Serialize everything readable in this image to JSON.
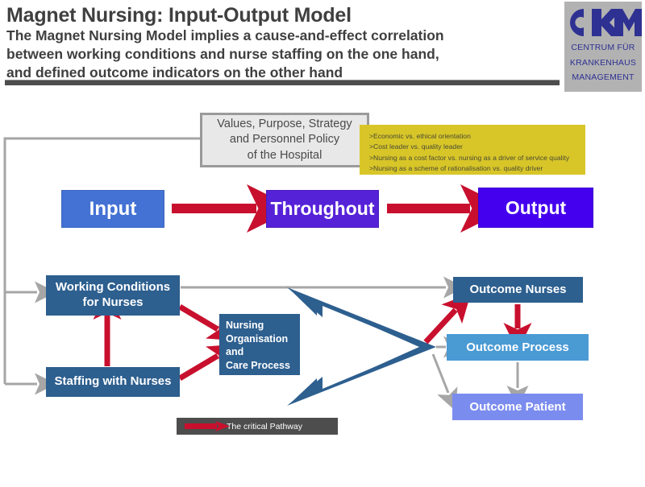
{
  "header": {
    "title": "Magnet Nursing: Input-Output Model",
    "subtitle_lines": [
      "The Magnet Nursing Model implies a cause-and-effect correlation",
      "between working conditions and nurse staffing on the one hand,",
      "and defined outcome indicators on the other hand"
    ]
  },
  "logo": {
    "mark": "CKM",
    "line1": "CENTRUM FÜR",
    "line2": "KRANKENHAUS",
    "line3": "MANAGEMENT"
  },
  "diagram": {
    "values_box": {
      "line1": "Values, Purpose, Strategy",
      "line2": "and Personnel Policy",
      "line3": "of the Hospital"
    },
    "yellow_box": {
      "bullets": [
        ">Economic vs. ethical orientation",
        ">Cost leader vs. quality leader",
        ">Nursing as a cost factor vs. nursing as a driver of service quality",
        ">Nursing as a scheme of rationalisation vs. quality driver"
      ]
    },
    "flow": {
      "input": "Input",
      "throughout": "Throughout",
      "output": "Output"
    },
    "working_conditions": {
      "line1": "Working Conditions",
      "line2": "for Nurses"
    },
    "staffing": "Staffing with Nurses",
    "nursing_org": {
      "line1": "Nursing",
      "line2": "Organisation",
      "line3": "and",
      "line4": "Care Process"
    },
    "outcomes": {
      "nurses": "Outcome Nurses",
      "process": "Outcome Process",
      "patient": "Outcome Patient"
    },
    "legend": {
      "label": "The critical Pathway"
    }
  },
  "colors": {
    "red_arrow": "#c8102e",
    "gray_arrow": "#a6a6a6",
    "dark_blue": "#2d5f8f",
    "mid_blue": "#4a9ad4",
    "light_blue": "#7b8cef",
    "input_blue": "#4472d4",
    "throughout_purple": "#5622d8",
    "output_violet": "#4400ee",
    "yellow": "#d8c629",
    "logo_blue": "#2e3192",
    "legend_gray": "#4d4d4d"
  }
}
